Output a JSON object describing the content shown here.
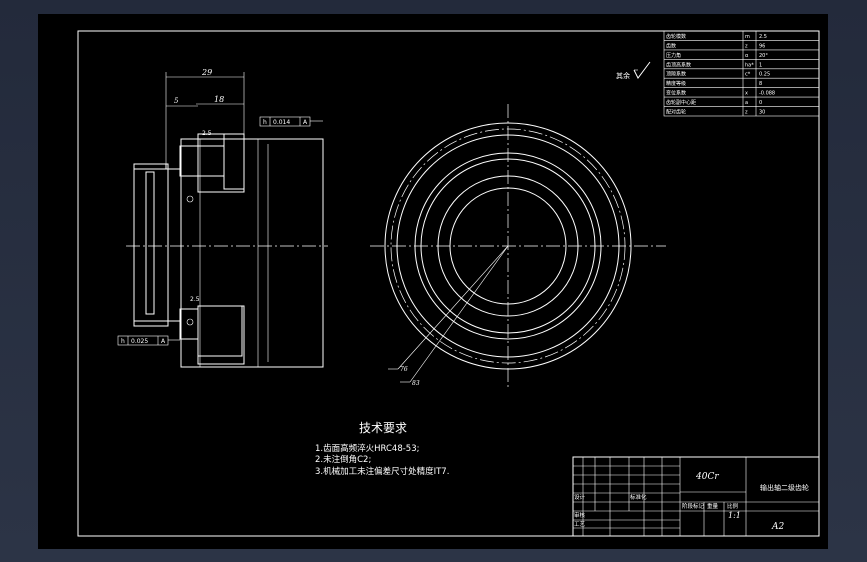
{
  "drawing": {
    "tech_title": "技术要求",
    "tech_notes": [
      "1.齿面高频淬火HRC48-53;",
      "2.未注倒角C2;",
      "3.机械加工未注偏差尺寸处精度IT7."
    ],
    "roughness_note": "其余",
    "dims": {
      "overall_width": "29",
      "hub_width": "18",
      "left_step": "5",
      "tol_top": "0.014",
      "tol_top_datum": "A",
      "tol_bottom": "0.025",
      "tol_bottom_datum": "A",
      "chamfer_top": "2.5",
      "chamfer_bottom": "2.5",
      "radius_inner": "76",
      "radius_outer": "83"
    }
  },
  "gear_table": {
    "rows": [
      {
        "label": "齿轮模数",
        "sym": "m",
        "val": "2.5"
      },
      {
        "label": "齿数",
        "sym": "z",
        "val": "96"
      },
      {
        "label": "压力角",
        "sym": "α",
        "val": "20°"
      },
      {
        "label": "齿顶高系数",
        "sym": "ha*",
        "val": "1"
      },
      {
        "label": "顶隙系数",
        "sym": "c*",
        "val": "0.25"
      },
      {
        "label": "精度等级",
        "sym": "",
        "val": "8"
      },
      {
        "label": "变位系数",
        "sym": "x",
        "val": "-0.088"
      },
      {
        "label": "齿轮副中心距",
        "sym": "a",
        "val": "0"
      },
      {
        "label": "配对齿轮",
        "sym": "z",
        "val": "30"
      }
    ]
  },
  "title_block": {
    "material": "40Cr",
    "part_name": "输出轴二级齿轮",
    "scale": "1:1",
    "sheet": "A2",
    "headers": [
      "阶段标记",
      "重量",
      "比例"
    ],
    "roles": [
      "设计",
      "审核",
      "工艺"
    ],
    "extra": [
      "标准化"
    ]
  }
}
